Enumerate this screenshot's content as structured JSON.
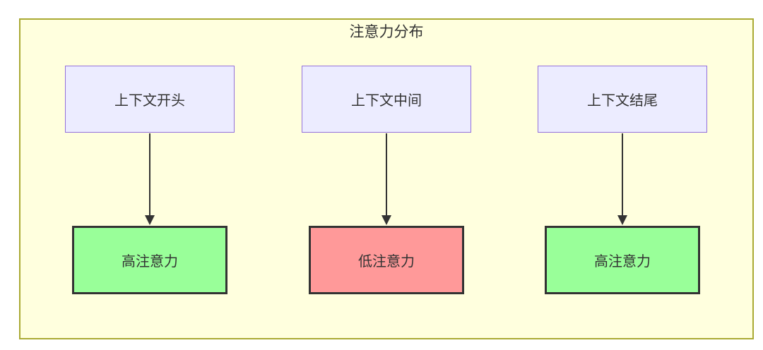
{
  "diagram": {
    "title": "注意力分布",
    "columns": [
      {
        "source": "上下文开头",
        "target": "高注意力",
        "level": "high"
      },
      {
        "source": "上下文中间",
        "target": "低注意力",
        "level": "low"
      },
      {
        "source": "上下文结尾",
        "target": "高注意力",
        "level": "high"
      }
    ],
    "colors": {
      "container_fill": "#ffffde",
      "container_border": "#aaaa33",
      "source_fill": "#ECECFF",
      "source_border": "#9370DB",
      "high_fill": "#99ff99",
      "low_fill": "#ff9999",
      "target_border": "#333333",
      "arrow": "#333333",
      "text": "#333333"
    }
  }
}
